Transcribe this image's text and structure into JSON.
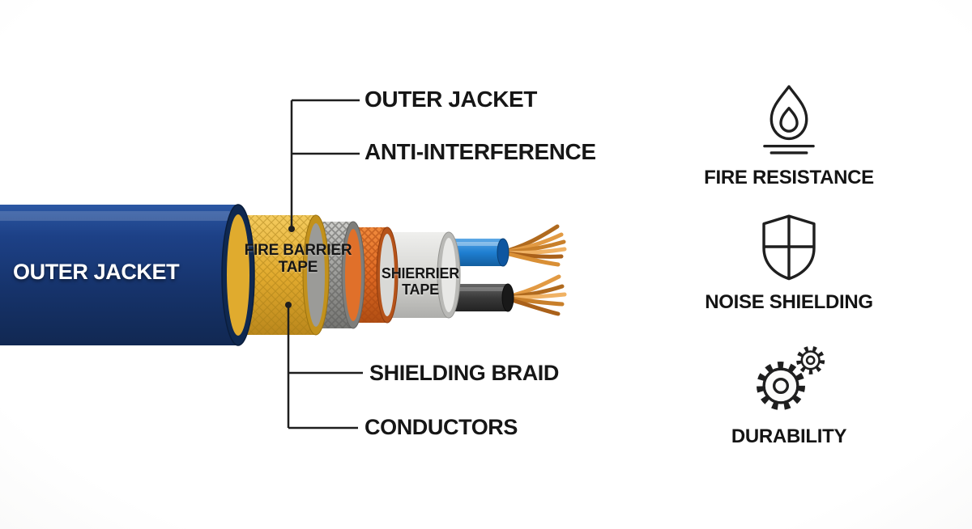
{
  "cable": {
    "jacket_label": "OUTER JACKET",
    "fire_barrier_label": "FIRE BARRIER\nTAPE",
    "shield_tape_label": "SHIERRIER\nTAPE"
  },
  "callouts": {
    "top": [
      {
        "label": "OUTER JACKET"
      },
      {
        "label": "ANTI-INTERFERENCE"
      }
    ],
    "bottom": [
      {
        "label": "SHIELDING BRAID"
      },
      {
        "label": "CONDUCTORS"
      }
    ]
  },
  "features": [
    {
      "icon": "flame-icon",
      "label": "FIRE RESISTANCE"
    },
    {
      "icon": "shield-icon",
      "label": "NOISE SHIELDING"
    },
    {
      "icon": "gears-icon",
      "label": "DURABILITY"
    }
  ],
  "colors": {
    "outer_jacket": "#1c3e7e",
    "fire_barrier_tape": "#e2ab2f",
    "anti_interference_braid": "#9b9b98",
    "shielding_braid": "#e06a24",
    "shield_tape": "#d6d6d3",
    "copper_conductor": "#d2903c",
    "wire_blue": "#1f7fd2",
    "wire_black": "#3a3a3a",
    "leader_line": "#1e1e1e",
    "label_text": "#161616"
  }
}
